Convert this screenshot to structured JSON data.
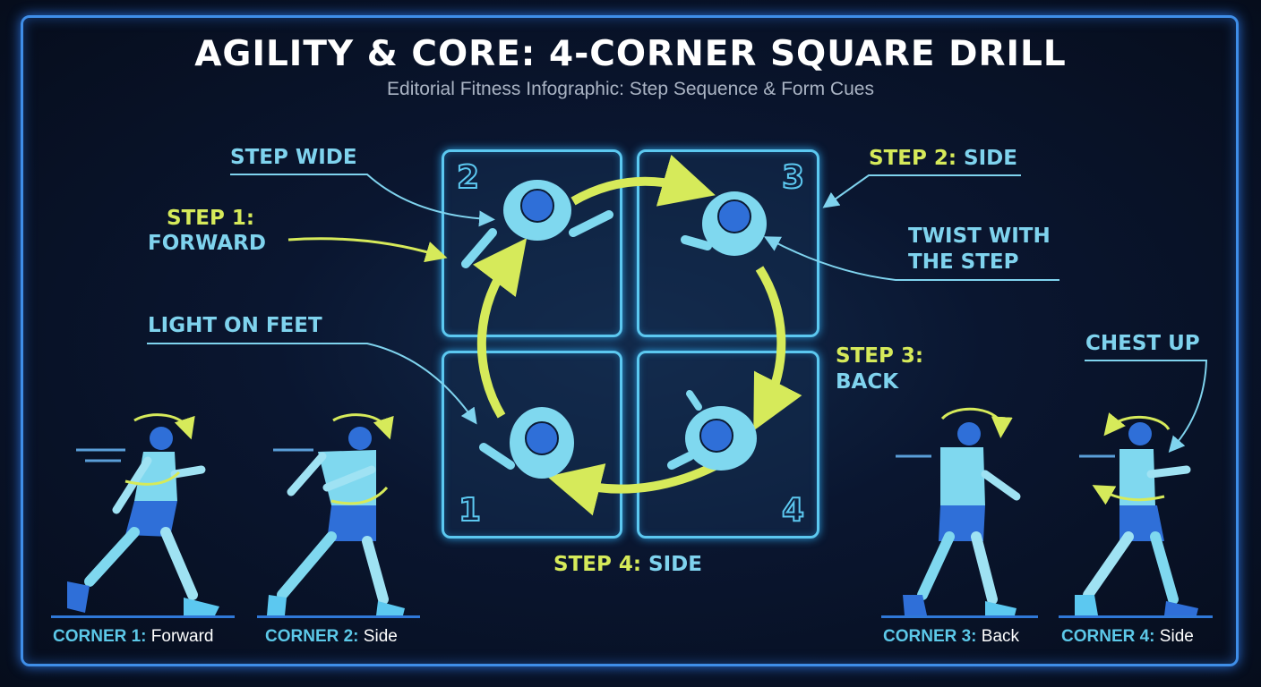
{
  "header": {
    "title": "AGILITY & CORE: 4-CORNER SQUARE DRILL",
    "subtitle": "Editorial Fitness Infographic: Step Sequence & Form Cues"
  },
  "colors": {
    "background": "#07101f",
    "frame": "#3f8ee8",
    "cyan_text": "#7fd3ee",
    "lime_accent": "#d6ea5a",
    "grid_stroke": "#5cc8f0",
    "figure_light": "#7fd8ef",
    "figure_dark": "#2f6fd8"
  },
  "grid": {
    "cells": [
      {
        "number": "2",
        "position": "top-left"
      },
      {
        "number": "3",
        "position": "top-right"
      },
      {
        "number": "1",
        "position": "bottom-left"
      },
      {
        "number": "4",
        "position": "bottom-right"
      }
    ]
  },
  "callouts": {
    "step_wide": "STEP WIDE",
    "step1_label": "STEP 1:",
    "step1_dir": "FORWARD",
    "light_on_feet": "LIGHT ON FEET",
    "step2_label": "STEP 2:",
    "step2_dir": "SIDE",
    "twist_line1": "TWIST WITH",
    "twist_line2": "THE STEP",
    "step3_label": "STEP 3:",
    "step3_dir": "BACK",
    "step4_label": "STEP 4:",
    "step4_dir": "SIDE",
    "chest_up": "CHEST UP"
  },
  "corners": [
    {
      "label": "CORNER 1:",
      "move": "Forward"
    },
    {
      "label": "CORNER 2:",
      "move": "Side"
    },
    {
      "label": "CORNER 3:",
      "move": "Back"
    },
    {
      "label": "CORNER 4:",
      "move": "Side"
    }
  ]
}
